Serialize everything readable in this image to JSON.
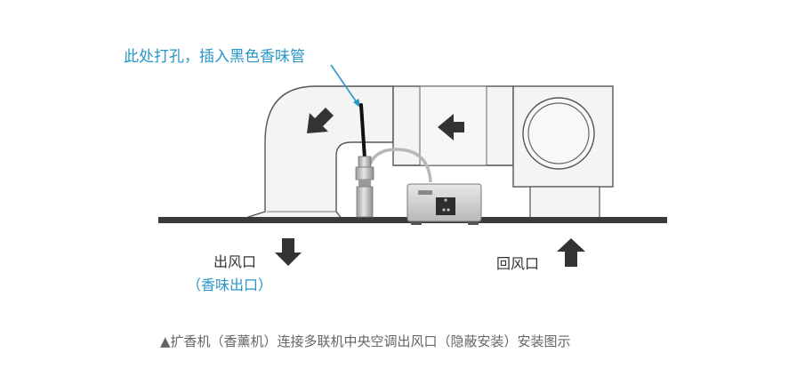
{
  "annotation": {
    "text": "此处打孔，插入黑色香味管"
  },
  "outlet": {
    "label": "出风口",
    "sublabel": "（香味出口）"
  },
  "return_air": {
    "label": "回风口"
  },
  "caption": {
    "text": "▲扩香机（香薰机）连接多联机中央空调出风口（隐蔽安装）安装图示"
  },
  "colors": {
    "annotation": "#2a96c8",
    "arrow": "#333333",
    "ceiling": "#3a3a3a",
    "unit_outline": "#444444",
    "unit_fill": "#f4f4f2"
  },
  "icons": [
    "arrow-left-icon",
    "arrow-down-icon",
    "arrow-up-icon",
    "fan-icon"
  ]
}
